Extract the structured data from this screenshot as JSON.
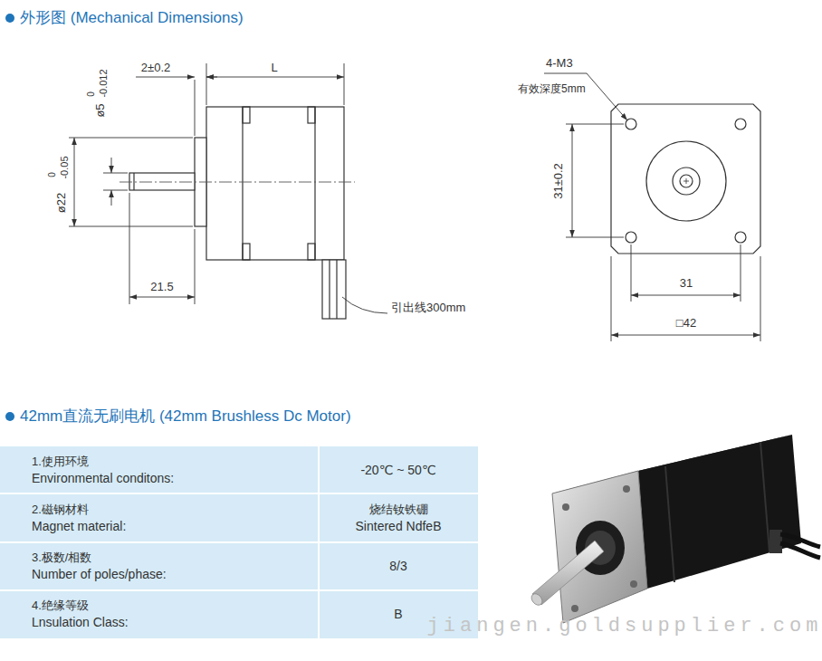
{
  "diagram": {
    "title": "外形图 (Mechanical Dimensions)",
    "labels": [
      "2±0.2",
      "L",
      "ø5",
      "0",
      "-0.012",
      "ø22",
      "0",
      "-0.05",
      "21.5",
      "引出线300mm",
      "4-M3",
      "有效深度5mm",
      "31±0.2",
      "31",
      "□42",
      "42mm直流无刷电机 (42mm Brushless Dc Motor)",
      "1.使用环境",
      "Environmental conditons:",
      "-20℃ ~ 50℃",
      "2.磁钢材料",
      "Magnet material:",
      "烧结钕铁硼",
      "Sintered NdfeB",
      "3.极数/相数",
      "Number of poles/phase:",
      "8/3",
      "4.绝缘等级",
      "Lnsulation Class:",
      "B",
      "jiangen.goldsupplier.com"
    ]
  }
}
